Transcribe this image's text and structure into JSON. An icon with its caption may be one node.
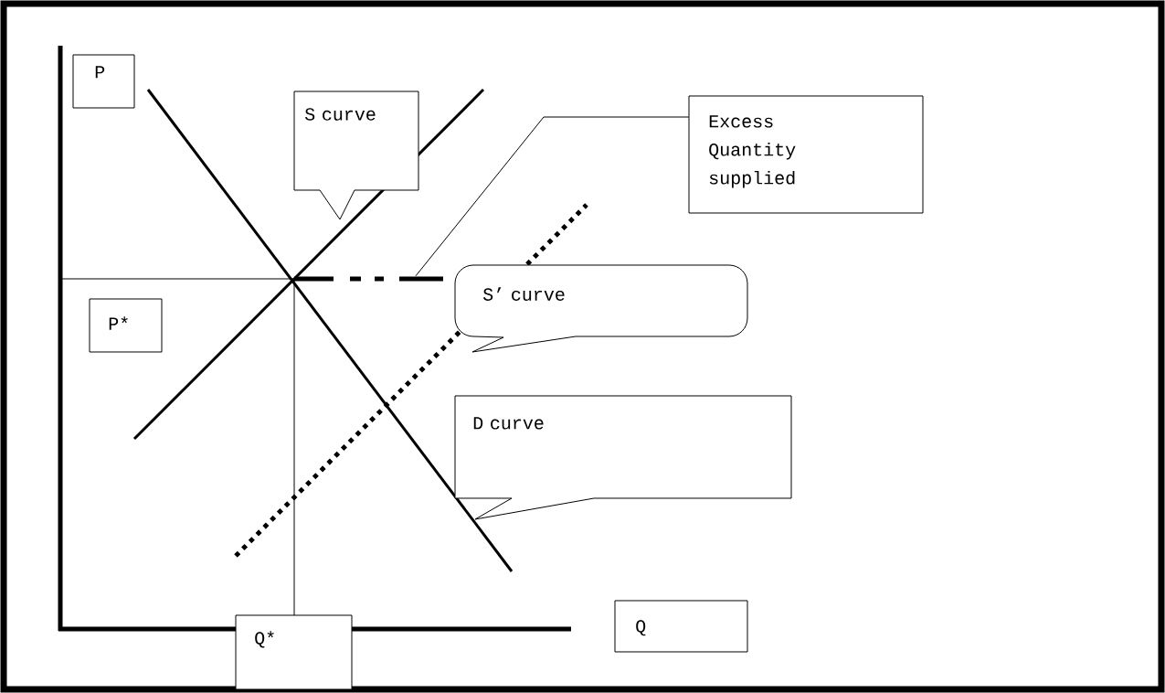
{
  "diagram": {
    "nodes": [
      {
        "text": [
          "P"
        ]
      },
      {
        "text": [
          "S curve"
        ]
      },
      {
        "text": [
          "Excess Quantity supplied"
        ]
      },
      {
        "text": [],
        "shape": "bar"
      },
      {
        "text": [
          "P*"
        ]
      },
      {
        "text": [
          "S’ curve"
        ]
      },
      {
        "text": [
          "D curve"
        ]
      },
      {
        "text": [
          "Q*"
        ]
      },
      {
        "text": [
          "Q"
        ]
      }
    ],
    "edges": [
      {
        "from": 2,
        "to": 3,
        "arrow": "none"
      }
    ]
  }
}
